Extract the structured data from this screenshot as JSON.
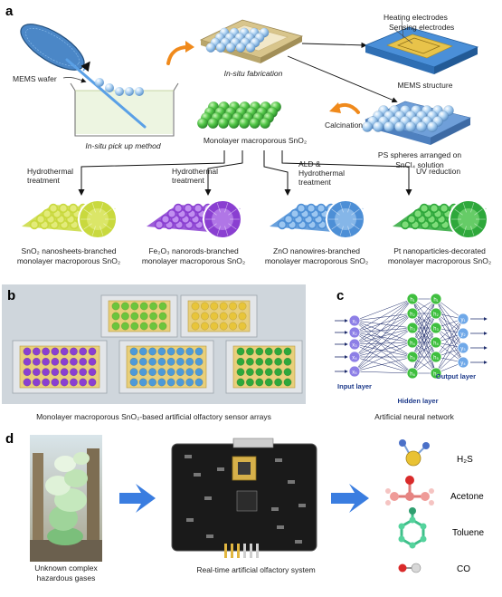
{
  "panels": {
    "a": "a",
    "b": "b",
    "c": "c",
    "d": "d"
  },
  "a": {
    "mems_wafer": "MEMS wafer",
    "insitu_fabrication": "In-situ fabrication",
    "heating_electrodes": "Heating electrodes",
    "sensing_electrodes": "Sensing electrodes",
    "mems_structure": "MEMS structure",
    "pickup_method": "In-situ pick up method",
    "monolayer": "Monolayer macroporous SnO₂",
    "calcination": "Calcination",
    "ps_spheres_1": "PS spheres arranged on",
    "ps_spheres_2": "SnCl₄ solution",
    "treatments": [
      {
        "line1": "Hydrothermal",
        "line2": "treatment",
        "line3": ""
      },
      {
        "line1": "Hydrothermal",
        "line2": "treatment",
        "line3": ""
      },
      {
        "line1": "ALD &",
        "line2": "Hydrothermal",
        "line3": "treatment"
      },
      {
        "line1": "UV reduction",
        "line2": "",
        "line3": ""
      }
    ],
    "products": [
      {
        "line1": "SnO₂ nanosheets-branched",
        "line2": "monolayer macroporous SnO₂",
        "color": "#c9d93e",
        "accent": "#e3eb7a"
      },
      {
        "line1": "Fe₂O₃ nanorods-branched",
        "line2": "monolayer macroporous SnO₂",
        "color": "#8a3fd1",
        "accent": "#c08ef0"
      },
      {
        "line1": "ZnO nanowires-branched",
        "line2": "monolayer macroporous SnO₂",
        "color": "#4d8fd6",
        "accent": "#9cc6f0"
      },
      {
        "line1": "Pt nanoparticles-decorated",
        "line2": "monolayer macroporous SnO₂",
        "color": "#2ea83b",
        "accent": "#7fdc7a"
      }
    ]
  },
  "b": {
    "caption": "Monolayer macroporous SnO₂-based artificial olfactory sensor arrays"
  },
  "c": {
    "input_nodes": [
      "x₁",
      "x₂",
      "x₃",
      "x₄",
      "x₅"
    ],
    "hidden_nodes": [
      "h₁",
      "h₂",
      "h₃",
      "h₄",
      "h₅",
      "h₆"
    ],
    "output_nodes": [
      "y₁",
      "y₂",
      "y₃",
      "y₄"
    ],
    "input_layer": "Input layer",
    "hidden_layer": "Hidden layer",
    "output_layer": "Output layer",
    "caption": "Artificial neural network"
  },
  "d": {
    "unknown_1": "Unknown complex",
    "unknown_2": "hazardous gases",
    "system": "Real-time artificial olfactory system",
    "gases": [
      "H₂S",
      "Acetone",
      "Toluene",
      "CO"
    ]
  },
  "colors": {
    "arrow_orange": "#f08a1c",
    "arrow_blue": "#3a7de0",
    "sphere_blue": "#9cc8ef",
    "sno2_green": "#4cc44c",
    "gold": "#e8c34a"
  }
}
